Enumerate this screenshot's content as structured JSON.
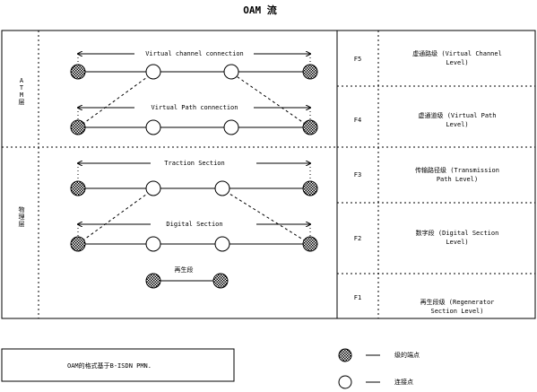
{
  "title": "OAM 流",
  "layers": {
    "atm": [
      "A",
      "T",
      "M",
      "层"
    ],
    "physical": [
      "物",
      "理",
      "层"
    ]
  },
  "connections": {
    "vcc": "Virtual channel connection",
    "vpc": "Virtual Path connection",
    "transmission": "Traction Section",
    "digital": "Digital Section",
    "regen": "再生段"
  },
  "flows": [
    {
      "code": "F5",
      "desc": [
        "虚通路级 (Virtual Channel",
        "Level)"
      ]
    },
    {
      "code": "F4",
      "desc": [
        "虚通道级 (Virtual Path",
        "Level)"
      ]
    },
    {
      "code": "F3",
      "desc": [
        "传输路径级 (Transmission",
        "Path Level)"
      ]
    },
    {
      "code": "F2",
      "desc": [
        "数字段 (Digital Section",
        "Level)"
      ]
    },
    {
      "code": "F1",
      "desc": [
        "再生段级 (Regenerator",
        "Section Level)"
      ]
    }
  ],
  "note": "OAM的格式基于B-ISDN PMN.",
  "legend": {
    "endpoint": "级的端点",
    "connection": "连接点"
  },
  "icons": {
    "endpoint": "hatched-circle-icon",
    "connection": "open-circle-icon"
  }
}
